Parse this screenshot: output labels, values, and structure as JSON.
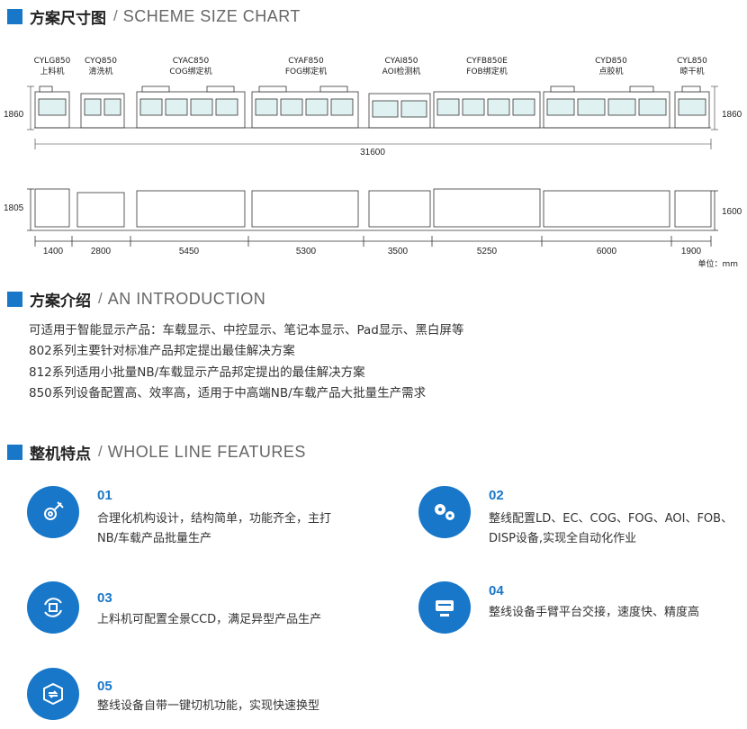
{
  "scheme": {
    "title_cn": "方案尺寸图",
    "title_sep": "/",
    "title_en": "SCHEME SIZE CHART",
    "machines": [
      {
        "code": "CYLG850",
        "name": "上料机"
      },
      {
        "code": "CYQ850",
        "name": "清洗机"
      },
      {
        "code": "CYAC850",
        "name": "COG绑定机"
      },
      {
        "code": "CYAF850",
        "name": "FOG绑定机"
      },
      {
        "code": "CYAI850",
        "name": "AOI检测机"
      },
      {
        "code": "CYFB850E",
        "name": "FOB绑定机"
      },
      {
        "code": "CYD850",
        "name": "点胶机"
      },
      {
        "code": "CYL850",
        "name": "晾干机"
      }
    ],
    "height_left_top": "1860",
    "height_right_top": "1860",
    "total_length": "31600",
    "height_left_bottom": "1805",
    "height_right_bottom": "1600",
    "segment_lengths": [
      "1400",
      "2800",
      "5450",
      "5300",
      "3500",
      "5250",
      "6000",
      "1900"
    ],
    "unit": "单位：mm"
  },
  "intro": {
    "title_cn": "方案介绍",
    "title_sep": "/",
    "title_en": "AN INTRODUCTION",
    "lines": [
      "可适用于智能显示产品：车载显示、中控显示、笔记本显示、Pad显示、黑白屏等",
      "802系列主要针对标准产品邦定提出最佳解决方案",
      "812系列适用小批量NB/车载显示产品邦定提出的最佳解决方案",
      "850系列设备配置高、效率高，适用于中高端NB/车载产品大批量生产需求"
    ]
  },
  "features": {
    "title_cn": "整机特点",
    "title_sep": "/",
    "title_en": "WHOLE LINE FEATURES",
    "items": [
      {
        "num": "01",
        "icon": "wrench-gear-icon",
        "lines": [
          "合理化机构设计，结构简单，功能齐全，主打",
          "NB/车载产品批量生产"
        ]
      },
      {
        "num": "02",
        "icon": "gears-icon",
        "lines": [
          "整线配置LD、EC、COG、FOG、AOI、FOB、",
          "DISP设备,实现全自动化作业"
        ]
      },
      {
        "num": "03",
        "icon": "camera-cycle-icon",
        "lines": [
          "上料机可配置全景CCD，满足异型产品生产"
        ]
      },
      {
        "num": "04",
        "icon": "platform-icon",
        "lines": [
          "整线设备手臂平台交接，速度快、精度高"
        ]
      },
      {
        "num": "05",
        "icon": "switch-cube-icon",
        "lines": [
          "整线设备自带一键切机功能，实现快速换型"
        ]
      }
    ],
    "accent_color": "#1877c9"
  }
}
